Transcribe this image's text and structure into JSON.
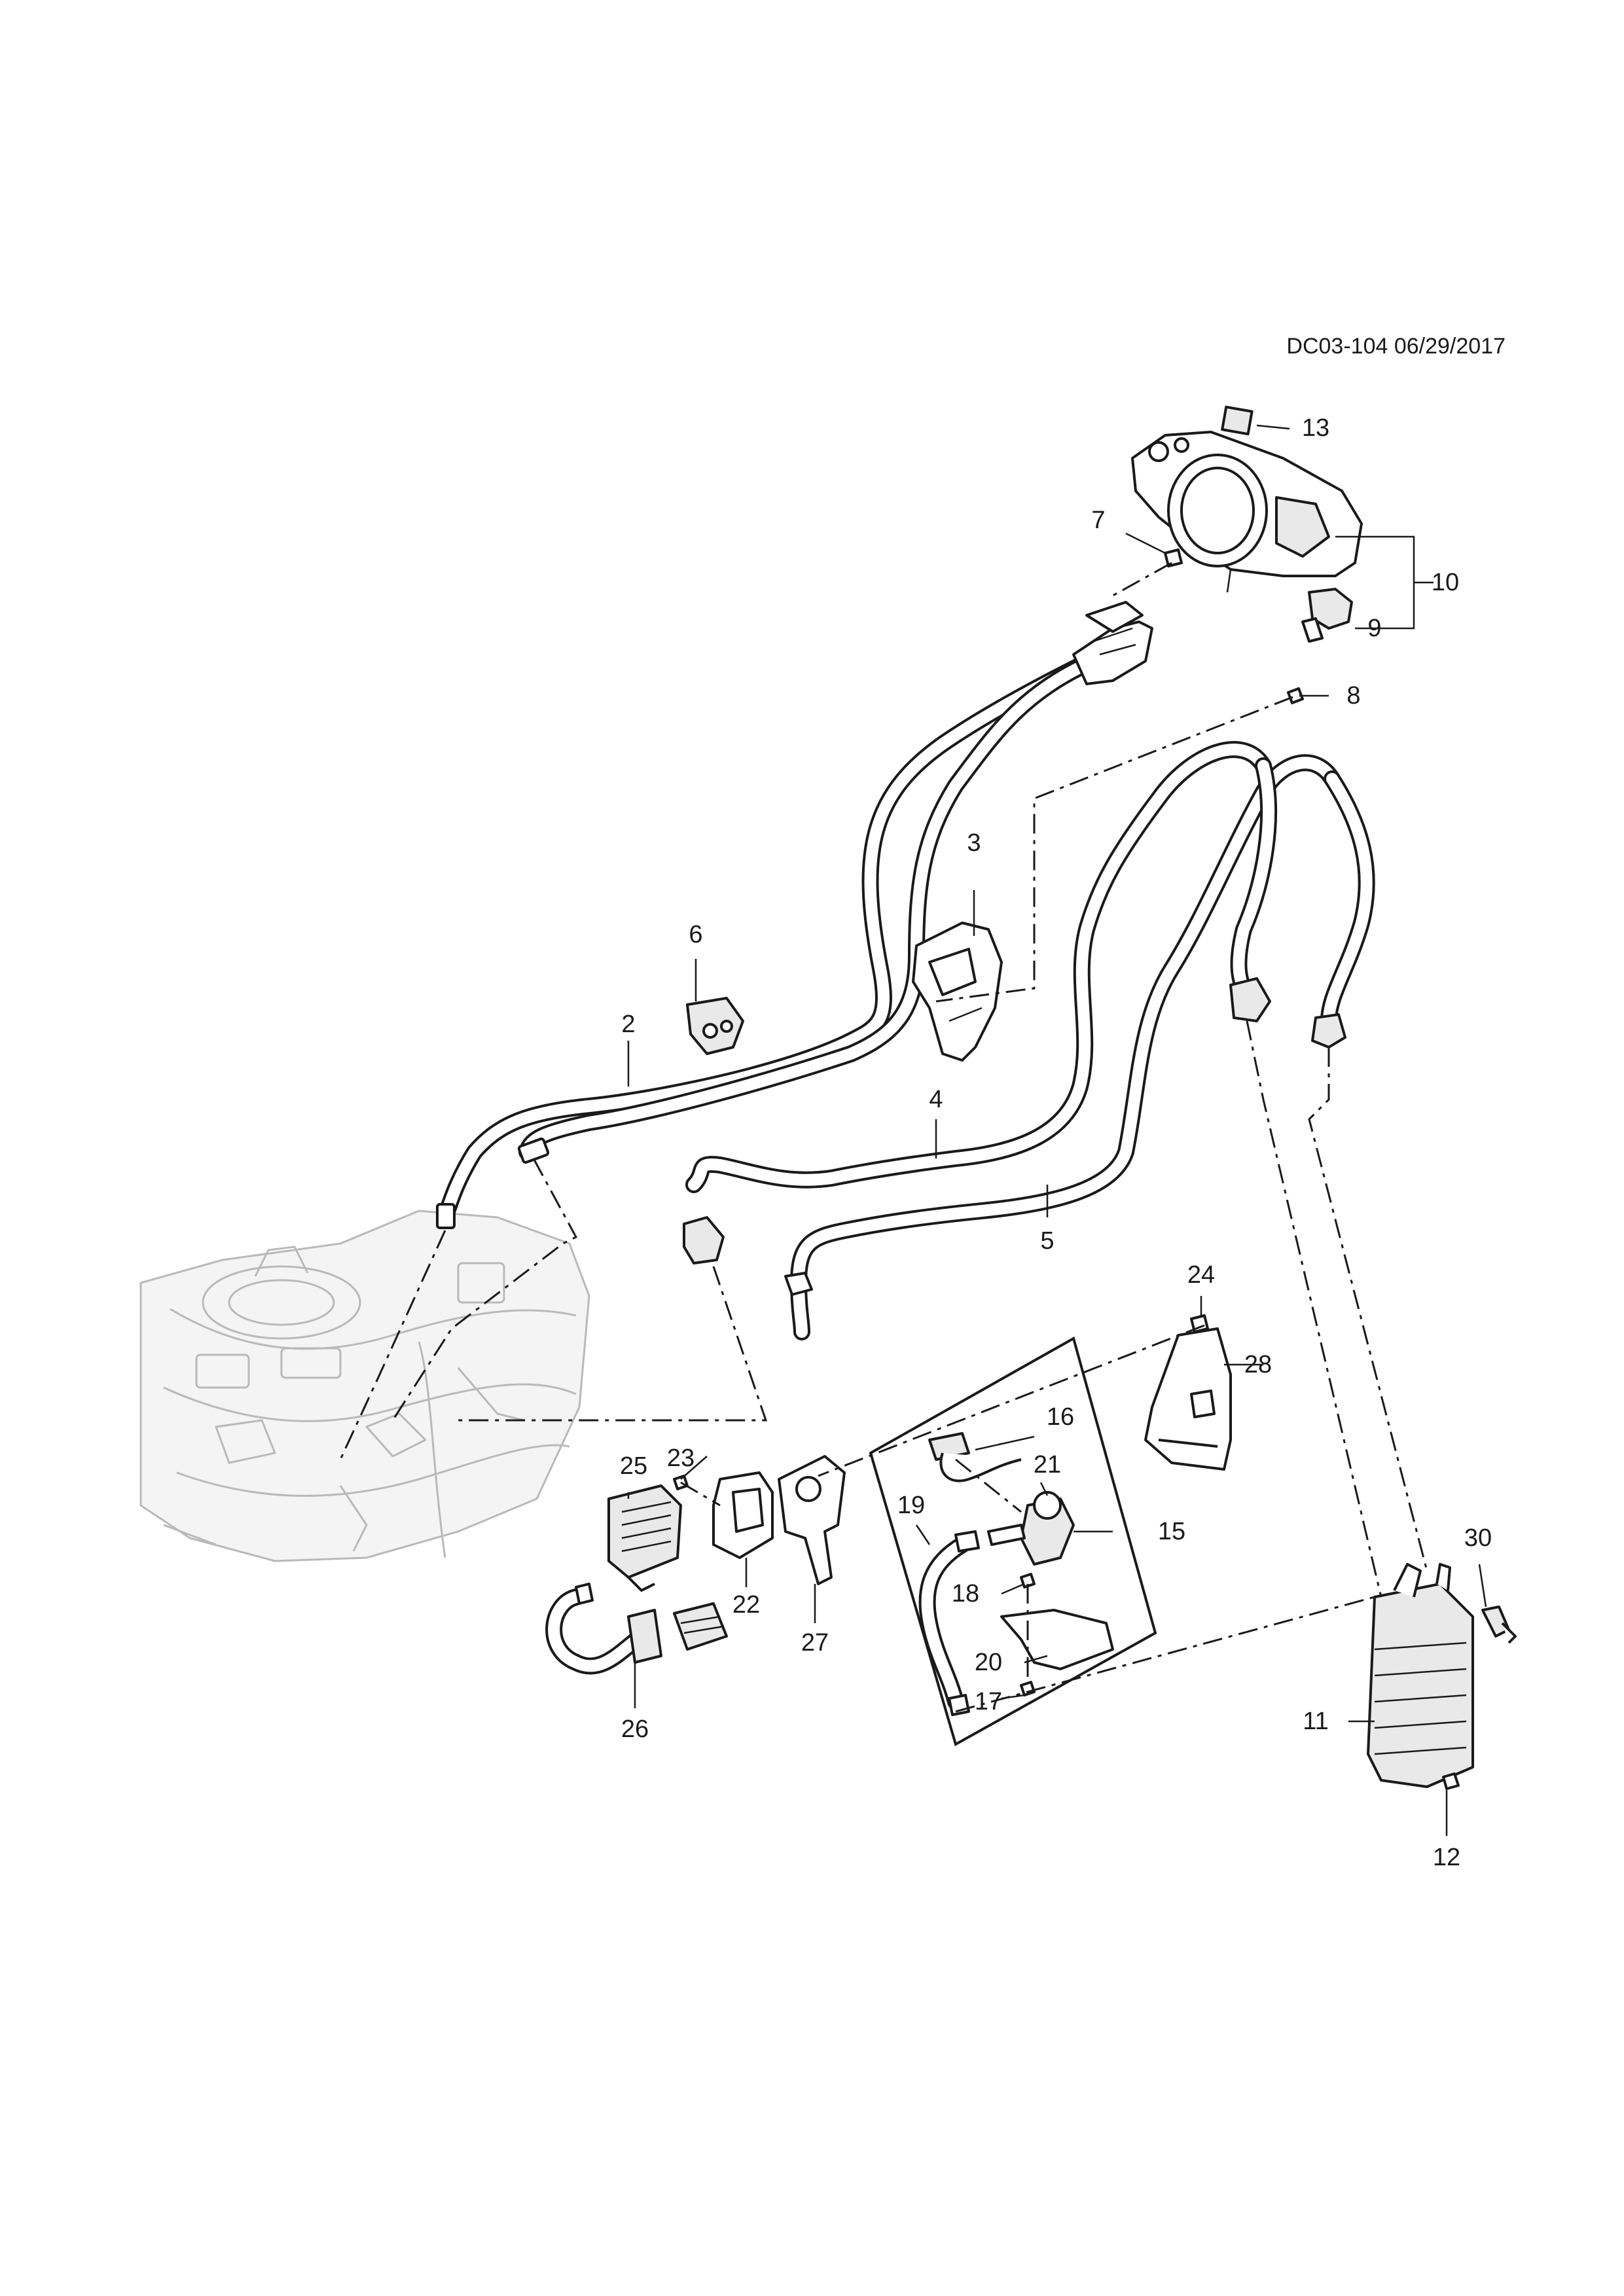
{
  "document_code": "DC03-104 06/29/2017",
  "callouts": {
    "c2": "2",
    "c3": "3",
    "c4": "4",
    "c5": "5",
    "c6": "6",
    "c7": "7",
    "c8": "8",
    "c9": "9",
    "c10": "10",
    "c11": "11",
    "c12": "12",
    "c13": "13",
    "c15": "15",
    "c16": "16",
    "c17": "17",
    "c18": "18",
    "c19": "19",
    "c20": "20",
    "c21": "21",
    "c22": "22",
    "c23": "23",
    "c24": "24",
    "c25": "25",
    "c26": "26",
    "c27": "27",
    "c28": "28",
    "c30": "30"
  }
}
